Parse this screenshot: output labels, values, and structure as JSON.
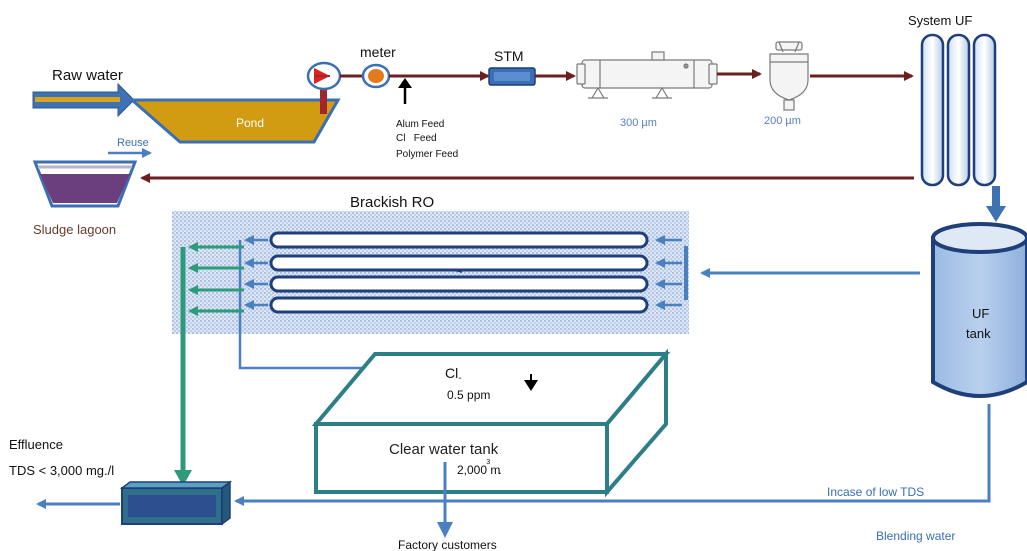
{
  "labels": {
    "raw_water": "Raw water",
    "pond": "Pond",
    "reuse": "Reuse",
    "meter": "meter",
    "alum_feed": "Alum Feed",
    "cl_feed": "Cl   Feed",
    "polymer_feed": "Polymer Feed",
    "stm": "STM",
    "filter_300": "300 µm",
    "filter_200": "200 µm",
    "system_uf": "System UF",
    "sludge_lagoon": "Sludge lagoon",
    "brackish_ro": "Brackish RO",
    "uf_tank_line1": "UF",
    "uf_tank_line2": "tank",
    "cl_dose": "Cl",
    "cl_dose_sub": "-",
    "cl_conc": "0.5 ppm",
    "clear_water_tank": "Clear water tank",
    "tank_volume": "2,000 m",
    "tank_volume_sup": "3",
    "tank_volume_dot": ".",
    "effluence": "Effluence",
    "tds_limit": "TDS < 3,000 mg./l",
    "factory_customers": "Factory customers",
    "incase_low_tds": "Incase of low TDS",
    "blending_water": "Blending water"
  },
  "colors": {
    "pipe_brown": "#6b1f1f",
    "flow_blue": "#4a7fc0",
    "tank_teal": "#2d7f86",
    "pond_fill": "#d19b12",
    "lagoon_fill": "#6b3f7e",
    "navy": "#1f3f7a",
    "text_blue": "#3a6fb5",
    "text_brown": "#6a3b2a"
  },
  "icons": {
    "valve": "red-valve-icon",
    "meter": "flow-meter-icon",
    "filter_300": "cartridge-filter-icon",
    "filter_200": "bag-filter-icon",
    "dosing_arrow": "up-arrow-icon"
  }
}
